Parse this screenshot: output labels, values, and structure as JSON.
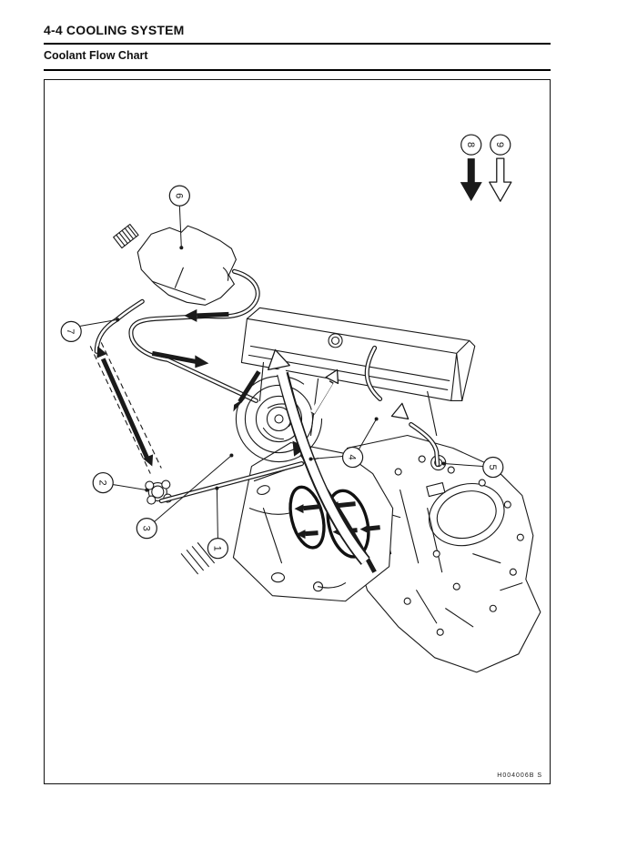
{
  "page": {
    "section_title": "4-4 COOLING SYSTEM",
    "subsection_title": "Coolant Flow Chart"
  },
  "figure": {
    "figure_code": "H004006B S",
    "callouts": [
      {
        "label": "1"
      },
      {
        "label": "2"
      },
      {
        "label": "3"
      },
      {
        "label": "4"
      },
      {
        "label": "5"
      },
      {
        "label": "6"
      },
      {
        "label": "7"
      }
    ],
    "legend": [
      {
        "label": "8",
        "symbol": "black-filled-down-arrow"
      },
      {
        "label": "9",
        "symbol": "white-outlined-down-arrow"
      }
    ],
    "colors": {
      "line": "#1a1a1a",
      "background": "#ffffff"
    }
  }
}
